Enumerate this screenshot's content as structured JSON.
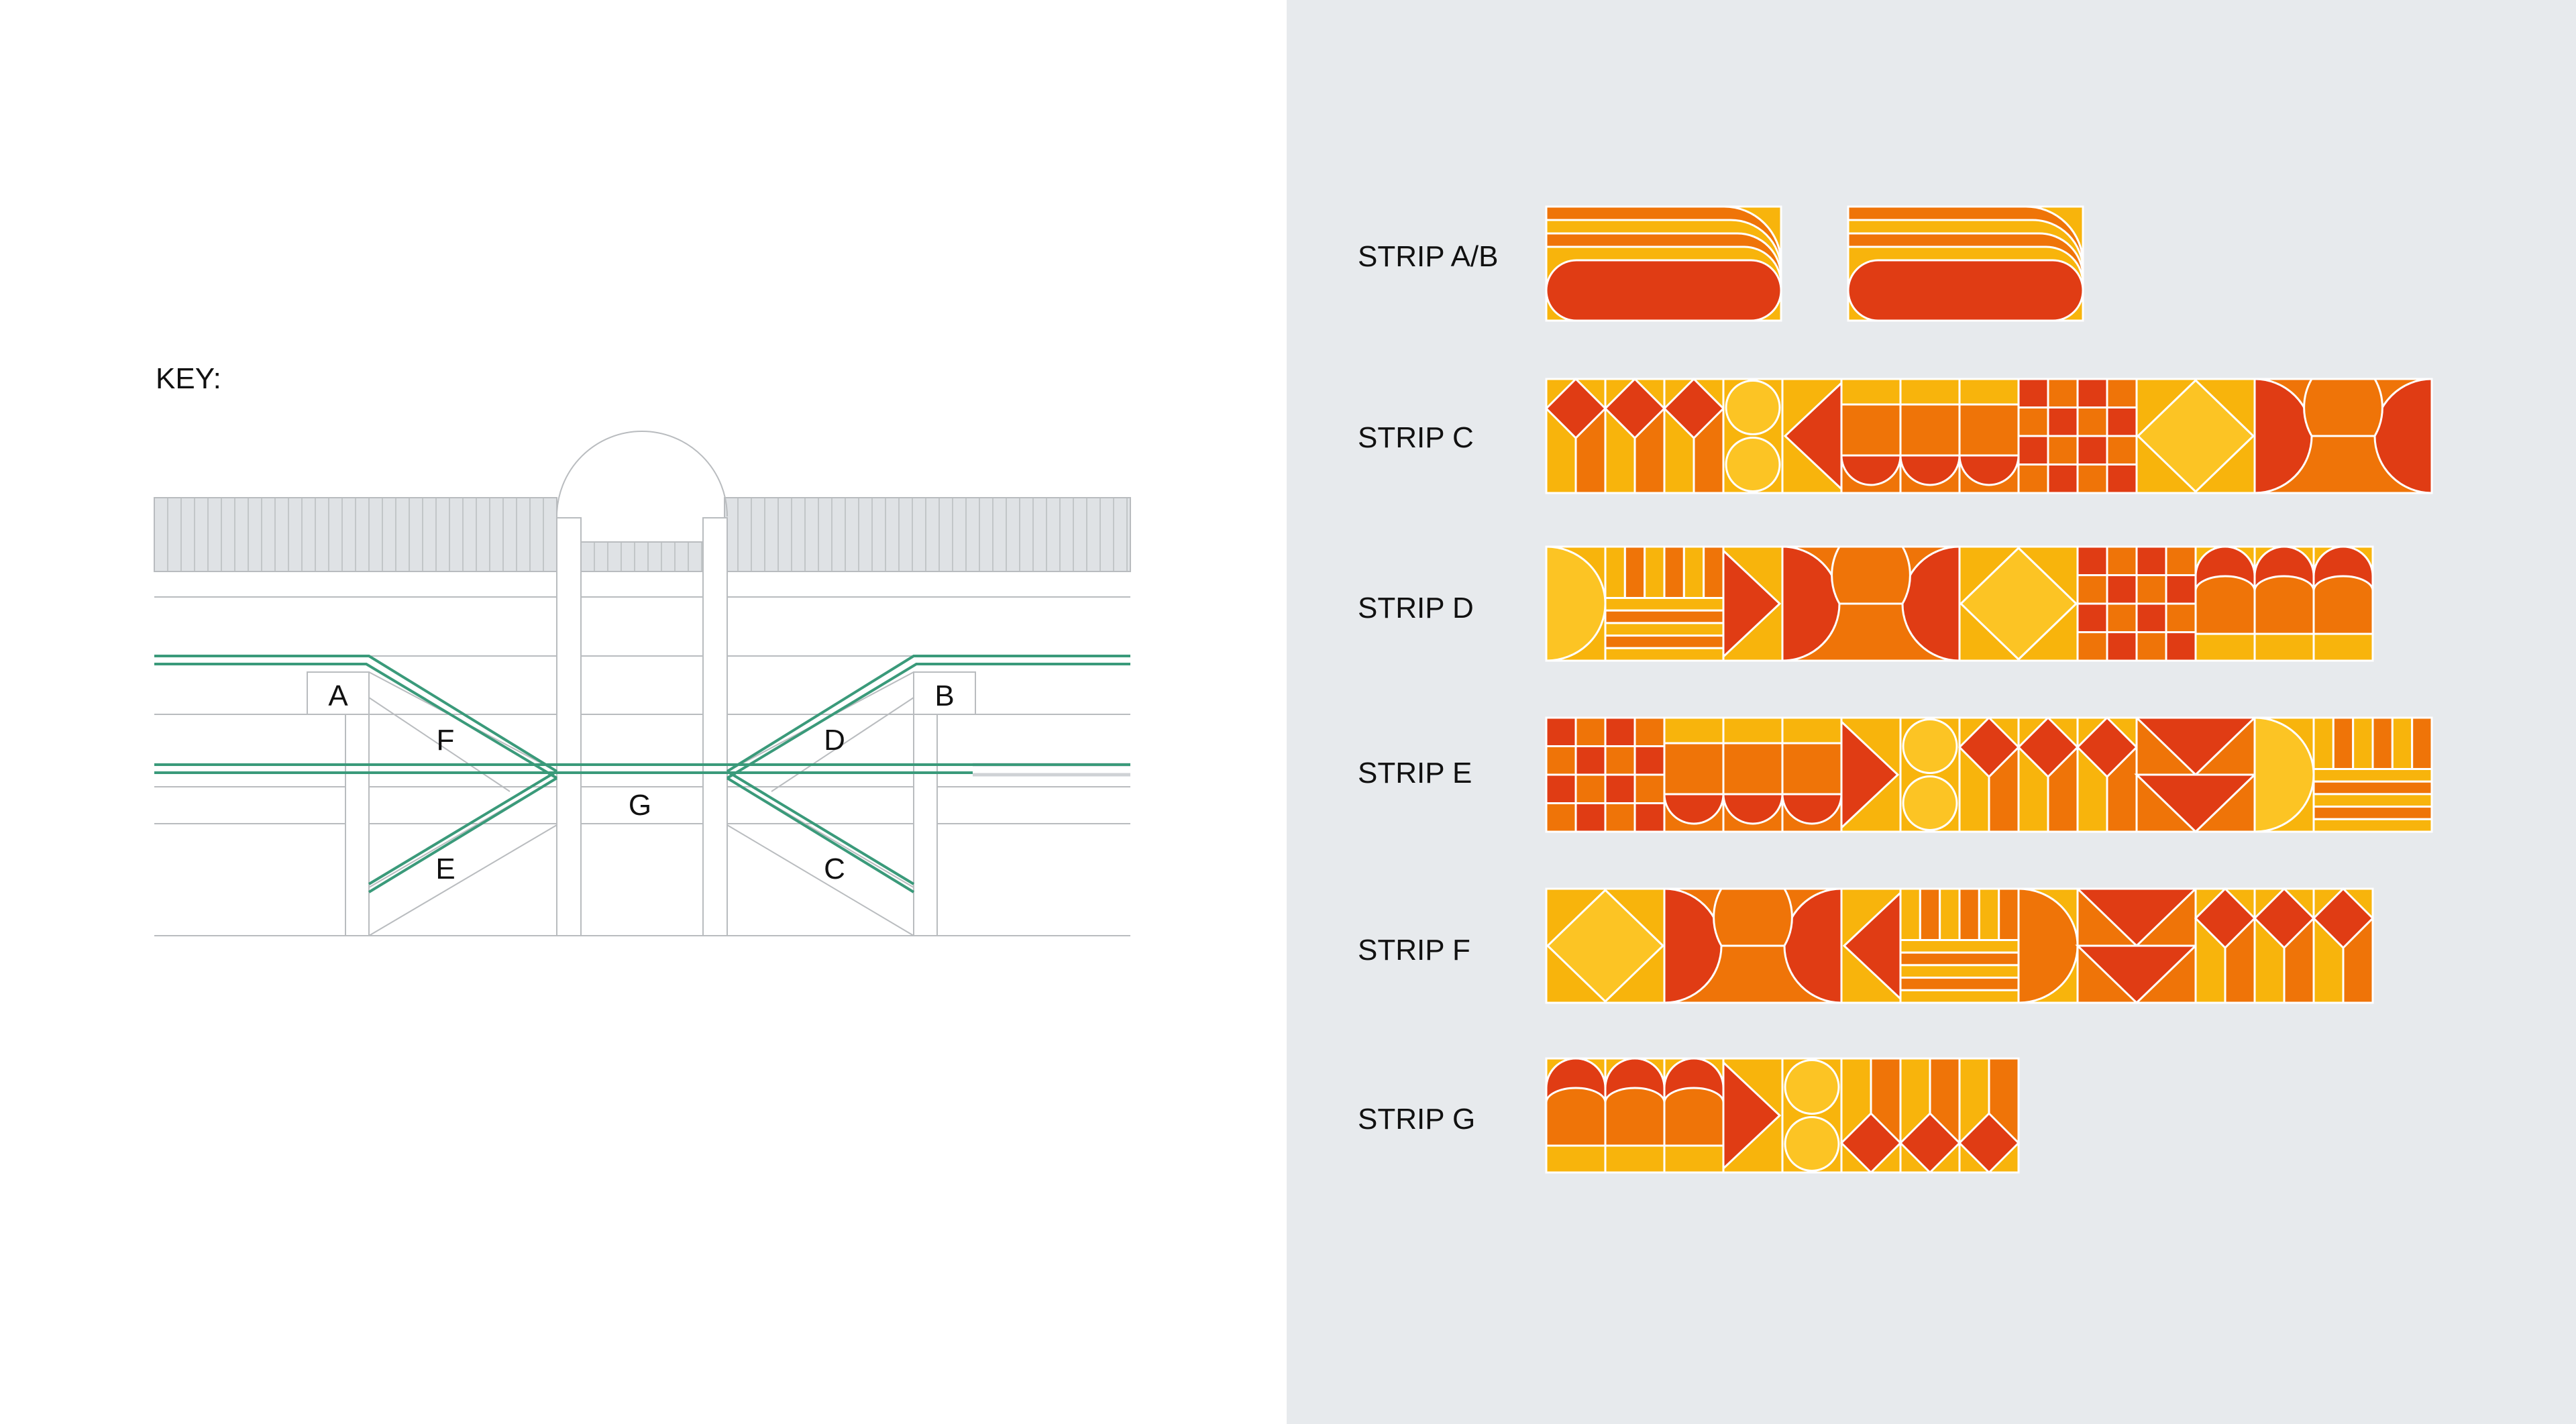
{
  "key": {
    "title": "KEY:",
    "labels": {
      "A": "A",
      "B": "B",
      "C": "C",
      "D": "D",
      "E": "E",
      "F": "F",
      "G": "G"
    }
  },
  "colors": {
    "left_background": "#ffffff",
    "right_background": "#e7eaed",
    "diagram_line": "#b9bcbf",
    "route_line": "#3a9a7a",
    "canopy_fill": "#dfe2e5",
    "red": "#e03c14",
    "orange": "#ef7408",
    "yellow": "#f8b40c",
    "light_yellow": "#fcc424",
    "tile_outline": "#ffffff"
  },
  "strips": [
    {
      "id": "ab",
      "label": "STRIP A/B",
      "tiles": [
        "lines-pill",
        "lines-pill"
      ]
    },
    {
      "id": "c",
      "label": "STRIP C",
      "tiles": [
        "diamond-columns",
        "circles",
        "left-triangle",
        "scallop-columns",
        "grid",
        "diamond",
        "half-circles"
      ]
    },
    {
      "id": "d",
      "label": "STRIP D",
      "tiles": [
        "half-circle-left",
        "stripes",
        "right-triangle",
        "half-circles",
        "diamond",
        "grid",
        "arch-columns"
      ]
    },
    {
      "id": "e",
      "label": "STRIP E",
      "tiles": [
        "grid",
        "scallop-columns",
        "right-triangle",
        "circles",
        "diamond-columns",
        "triangles-down",
        "half-circle-left",
        "stripes"
      ]
    },
    {
      "id": "f",
      "label": "STRIP F",
      "tiles": [
        "diamond",
        "half-circles",
        "left-triangle",
        "stripes",
        "half-circle-right",
        "triangles-down",
        "diamond-columns"
      ]
    },
    {
      "id": "g",
      "label": "STRIP G",
      "tiles": [
        "arch-columns",
        "right-triangle",
        "circles",
        "diamond-bottom"
      ]
    }
  ]
}
